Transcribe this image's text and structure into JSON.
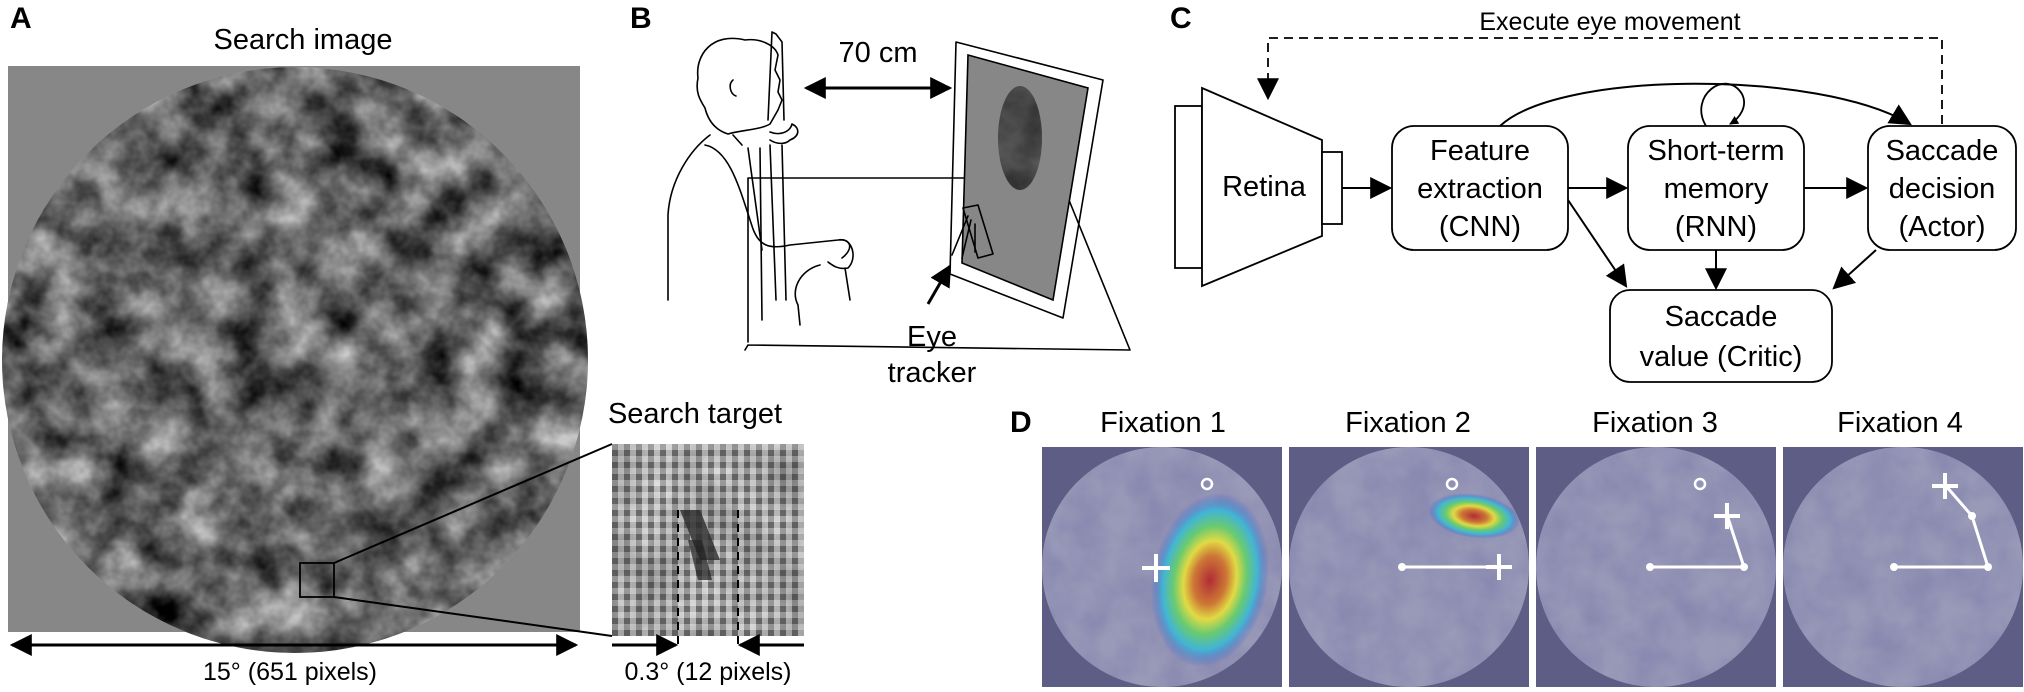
{
  "panel_a": {
    "letter": "A",
    "title": "Search image",
    "scale_label": "15° (651 pixels)",
    "target_title": "Search target",
    "target_scale_label": "0.3° (12 pixels)"
  },
  "panel_b": {
    "letter": "B",
    "distance_label": "70 cm",
    "eye_label": "Eye",
    "tracker_label": "tracker"
  },
  "panel_c": {
    "letter": "C",
    "loop_label": "Execute eye movement",
    "retina": "Retina",
    "feature": [
      "Feature",
      "extraction",
      "(CNN)"
    ],
    "memory": [
      "Short-term",
      "memory",
      "(RNN)"
    ],
    "decision": [
      "Saccade",
      "decision",
      "(Actor)"
    ],
    "value": [
      "Saccade",
      "value (Critic)"
    ]
  },
  "panel_d": {
    "letter": "D",
    "fixations": [
      "Fixation 1",
      "Fixation 2",
      "Fixation 3",
      "Fixation 4"
    ]
  },
  "colors": {
    "noise_dark": "#3a3a3a",
    "noise_light": "#c9c9c9",
    "gray_bg": "#878787",
    "fixation_bg": "#5d5d85",
    "heat_red": "#c0302a",
    "heat_yellow": "#f3e63a",
    "heat_cyan": "#35d6e0"
  }
}
